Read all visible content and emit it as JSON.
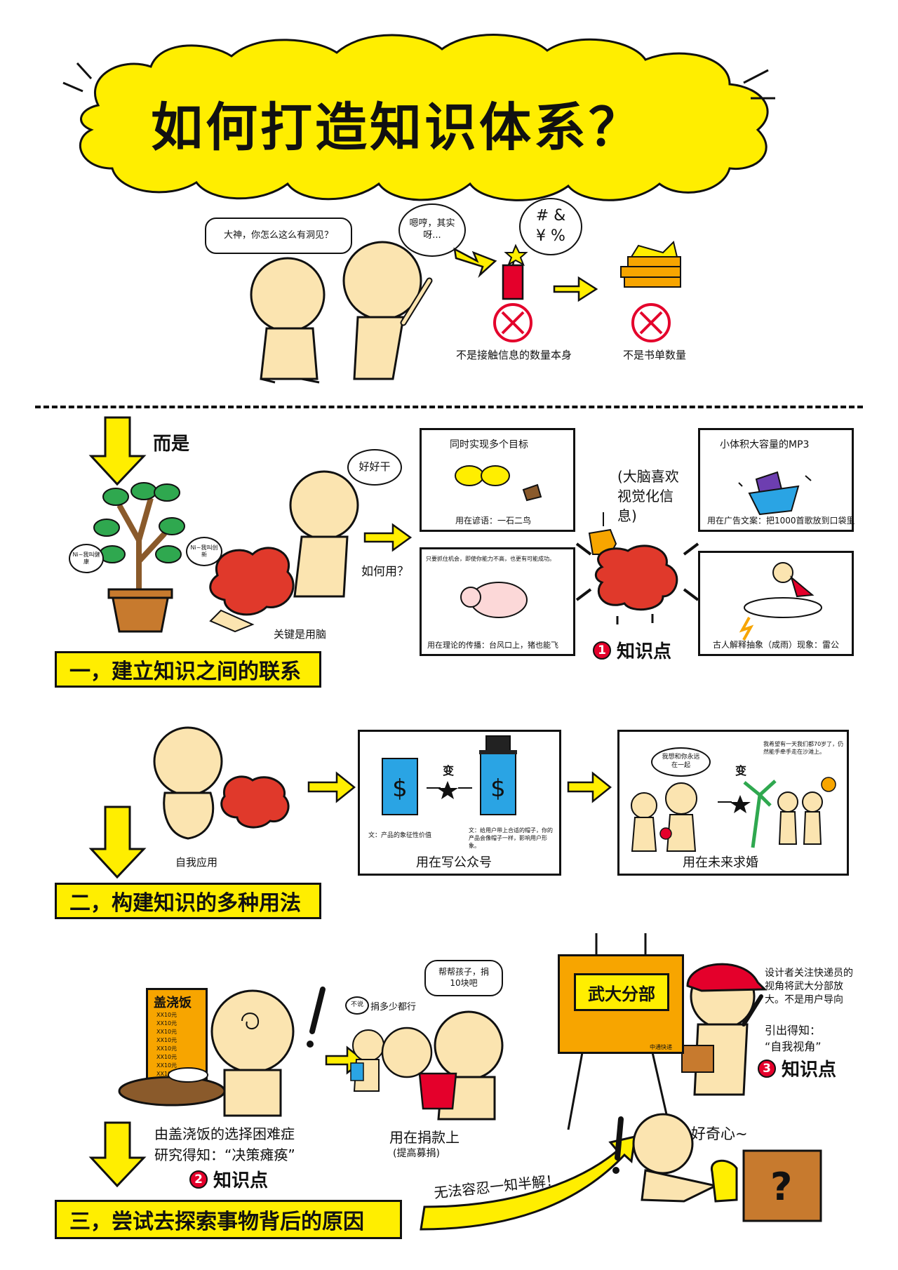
{
  "title": "如何打造知识体系？",
  "intro": {
    "bubble_1": "大神，你怎么这么有洞见？",
    "bubble_2": "嗯哼，其实呀...",
    "bubble_3a": "# &",
    "bubble_3b": "¥ %",
    "not_1": "不是接触信息的数量本身",
    "not_2": "不是书单数量"
  },
  "section1": {
    "lead": "而是",
    "heading": "一，建立知识之间的联系",
    "tree_bubble_left": "Ni~我叫健康",
    "tree_bubble_right": "Ni~我叫创新",
    "bubble_effort": "好好干",
    "caption_brain": "关键是用脑",
    "how_to_use": "如何用？",
    "panel_tl_title": "同时实现多个目标",
    "panel_tl_caption": "用在谚语：一石二鸟",
    "panel_bl_top": "只要抓住机会，即使你能力不高，也更有可能成功。",
    "panel_bl_caption": "用在理论的传播：台风口上，猪也能飞",
    "brain_note": "(大脑喜欢视觉化信息)",
    "panel_tr_title": "小体积大容量的MP3",
    "panel_tr_caption": "用在广告文案：把1000首歌放到口袋里",
    "panel_br_caption": "古人解释抽象（成雨）现象：雷公",
    "kp_num": "1",
    "kp_label": "知识点"
  },
  "section2": {
    "heading": "二，构建知识的多种用法",
    "caption_self": "自我应用",
    "change_1": "变",
    "text_left": "文：产品的象征性价值",
    "text_right": "文：给用户带上合适的帽子，你的产品会像帽子一样，影响用户形象。",
    "panel_caption_1": "用在写公众号",
    "bubble_propose": "我想和你永远在一起",
    "change_2": "变",
    "beach_text": "我希望有一天我们都70岁了，仍然能手牵手走在沙滩上。",
    "panel_caption_2": "用在未来求婚"
  },
  "section3": {
    "heading": "三，尝试去探索事物背后的原因",
    "menu_title": "盖浇饭",
    "menu_items": [
      "XX10元",
      "XX10元",
      "XX10元",
      "XX10元",
      "XX10元",
      "XX10元",
      "XX10元",
      "XX10元"
    ],
    "caption_rice_1": "由盖浇饭的选择困难症",
    "caption_rice_2": "研究得知：“决策瘫痪”",
    "kp2_num": "2",
    "kp2_label": "知识点",
    "bubble_nosay": "不说",
    "text_donate_any": "捐多少都行",
    "bubble_help": "帮帮孩子，捐10块吧",
    "caption_donate_1": "用在捐款上",
    "caption_donate_2": "(提高募捐)",
    "sign_text": "武大分部",
    "sign_sub": "中通快递",
    "courier_text": "设计者关注快递员的视角将武大分部放大。不是用户导向",
    "lead_out_1": "引出得知：",
    "lead_out_2": "“自我视角”",
    "kp3_num": "3",
    "kp3_label": "知识点",
    "arrow_text": "无法容忍一知半解！",
    "curious": "好奇心~",
    "box_mark": "?"
  },
  "colors": {
    "yellow": "#ffee00",
    "red": "#e4002b",
    "skin": "#fbe4b0",
    "brain": "#e0392b",
    "leaf": "#2fa84f",
    "blue": "#2aa4e4",
    "orange": "#f7a500"
  }
}
